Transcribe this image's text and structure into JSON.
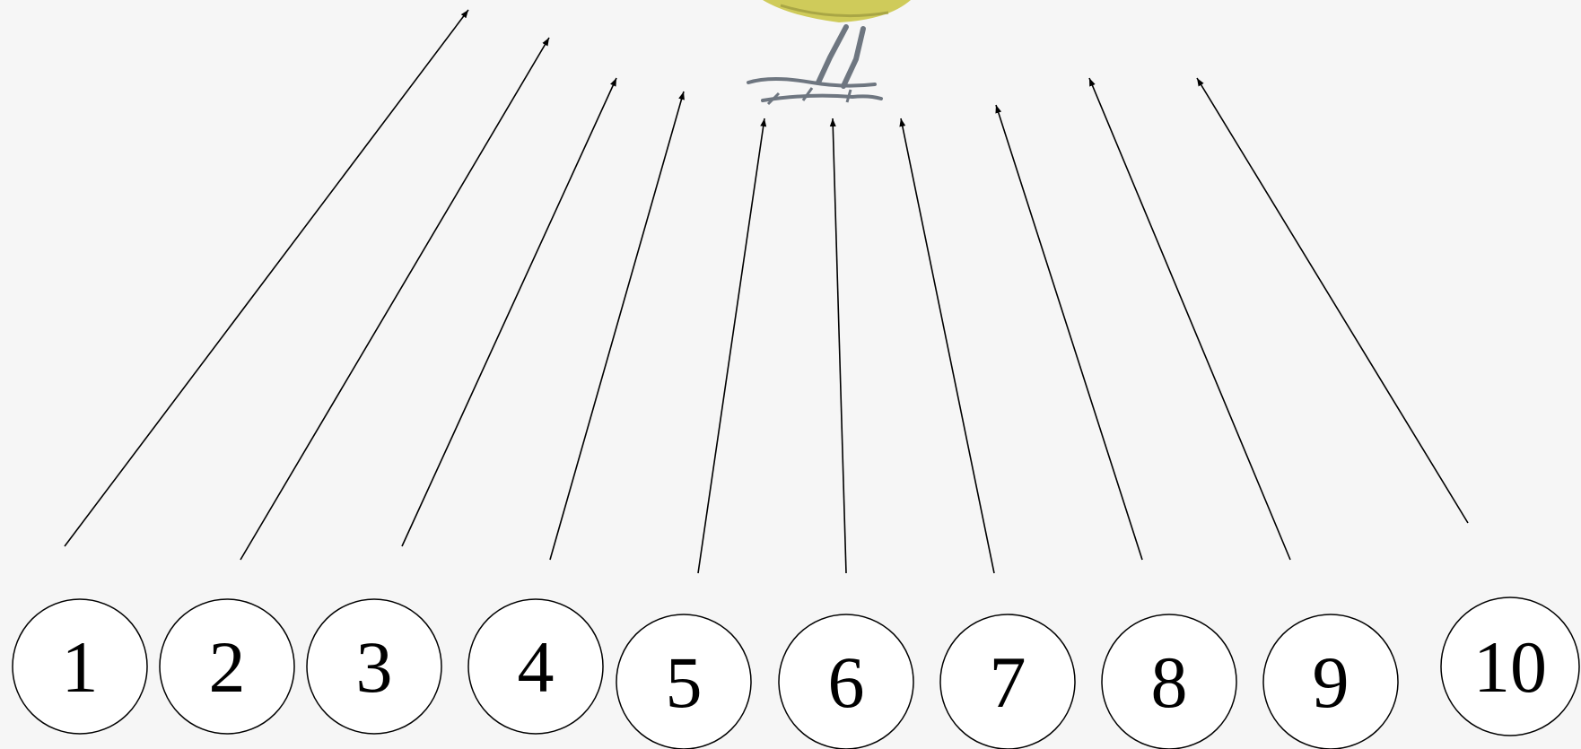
{
  "diagram": {
    "bird": {
      "icon": "bird-icon",
      "colors": {
        "body": "#cfcb5a",
        "legs": "#6e7680"
      }
    },
    "stroke_color": "#000000",
    "background": "#f6f6f6",
    "numbers": [
      "1",
      "2",
      "3",
      "4",
      "5",
      "6",
      "7",
      "8",
      "9",
      "10"
    ]
  }
}
